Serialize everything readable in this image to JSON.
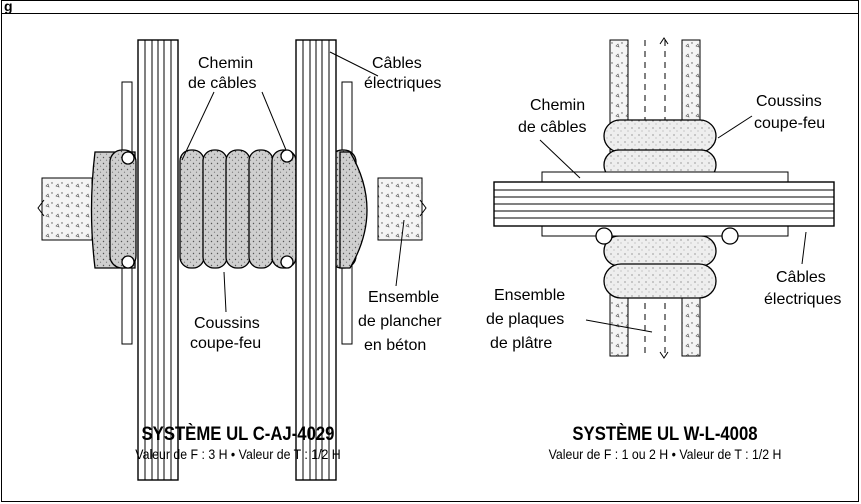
{
  "figure": {
    "header_label": "g"
  },
  "left_system": {
    "title": "SYSTÈME UL C-AJ-4029",
    "ratings": "Valeur de F : 3 H • Valeur de T : 1/2 H",
    "labels": {
      "cable_tray": [
        "Chemin",
        "de câbles"
      ],
      "electrical_cables": [
        "Câbles",
        "électriques"
      ],
      "firestop_pillows": [
        "Coussins",
        "coupe-feu"
      ],
      "floor_assembly": [
        "Ensemble",
        "de plancher",
        "en béton"
      ]
    }
  },
  "right_system": {
    "title": "SYSTÈME UL W-L-4008",
    "ratings": "Valeur de F : 1 ou 2 H • Valeur de T : 1/2 H",
    "labels": {
      "cable_tray": [
        "Chemin",
        "de câbles"
      ],
      "firestop_pillows": [
        "Coussins",
        "coupe-feu"
      ],
      "electrical_cables": [
        "Câbles",
        "électriques"
      ],
      "gypsum_assembly": [
        "Ensemble",
        "de plaques",
        "de plâtre"
      ]
    }
  }
}
